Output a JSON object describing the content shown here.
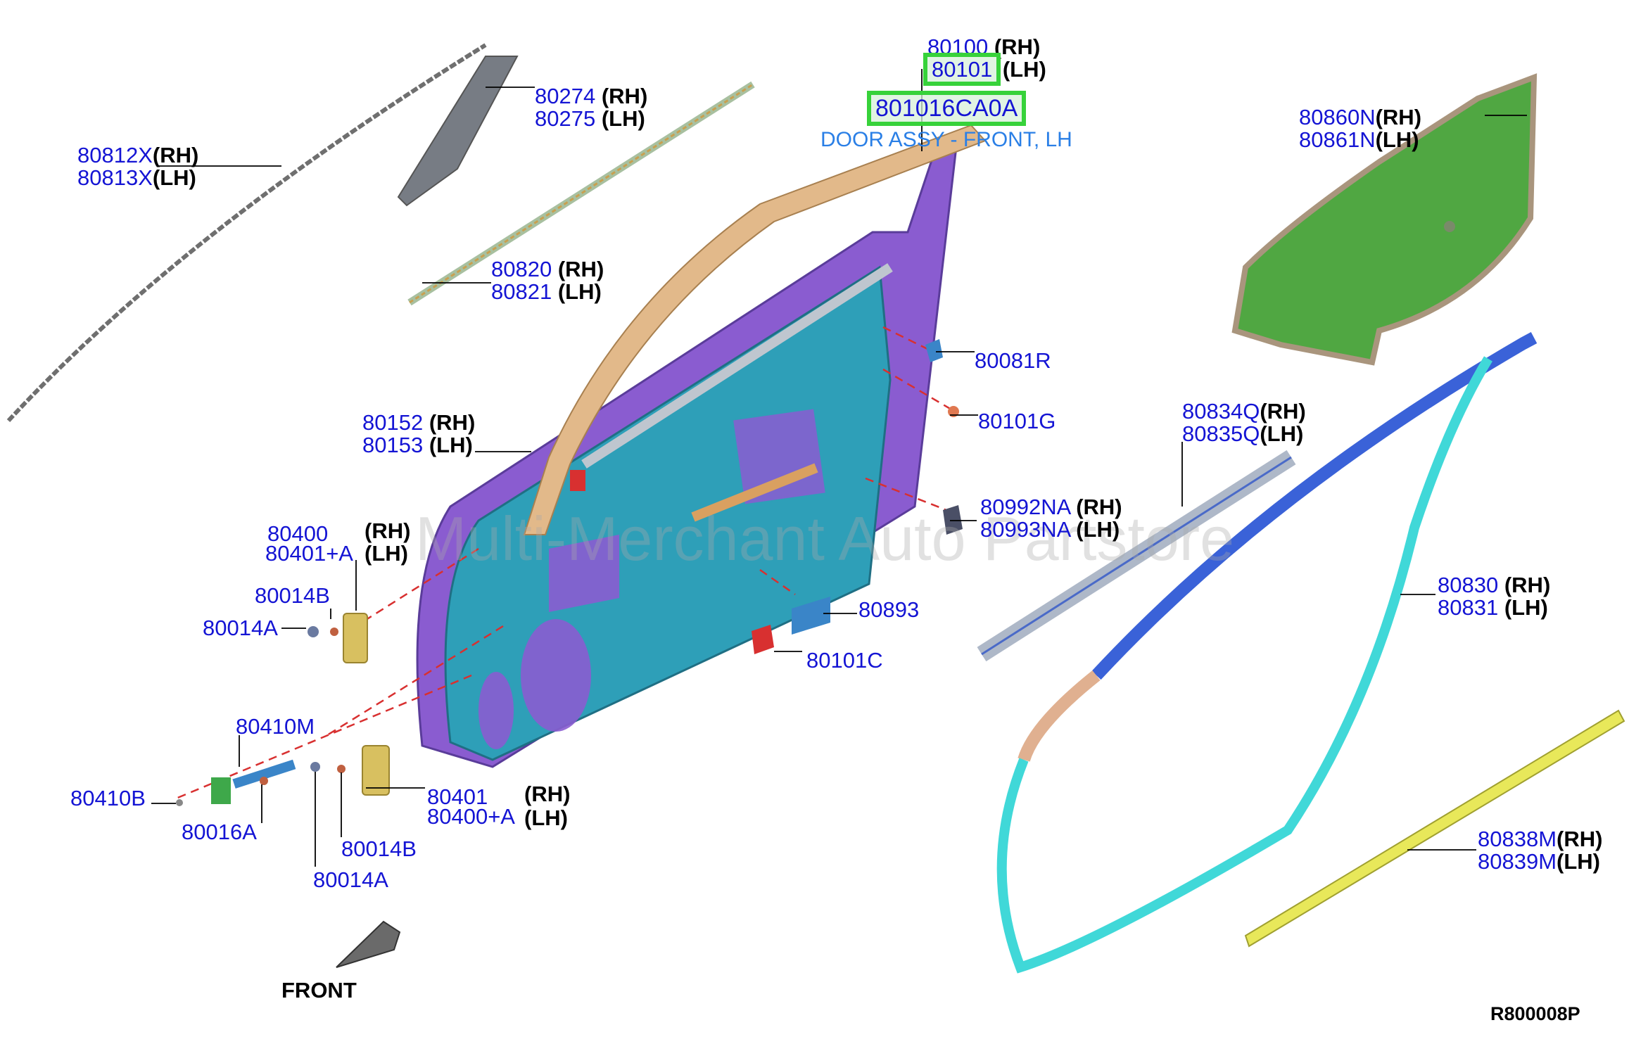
{
  "watermark": "Multi-Merchant Auto Partstore",
  "diagram_code": "R800008P",
  "front_label": "FRONT",
  "door_assembly": {
    "part_rh": "80100",
    "part_lh": "80101",
    "full_part": "801016CA0A",
    "description": "DOOR ASSY - FRONT, LH"
  },
  "side": {
    "rh": "(RH)",
    "lh": "(LH)"
  },
  "callouts": {
    "c80812X": "80812X",
    "c80813X": "80813X",
    "c80274": "80274",
    "c80275": "80275",
    "c80820": "80820",
    "c80821": "80821",
    "c80860N": "80860N",
    "c80861N": "80861N",
    "c80081R": "80081R",
    "c80101G": "80101G",
    "c80152": "80152",
    "c80153": "80153",
    "c80834Q": "80834Q",
    "c80835Q": "80835Q",
    "c80992NA": "80992NA",
    "c80993NA": "80993NA",
    "c80400": "80400",
    "c80401A": "80401+A",
    "c80014B_top": "80014B",
    "c80014A_top": "80014A",
    "c80893": "80893",
    "c80101C": "80101C",
    "c80830": "80830",
    "c80831": "80831",
    "c80410M": "80410M",
    "c80410B": "80410B",
    "c80016A": "80016A",
    "c80401": "80401",
    "c80400A": "80400+A",
    "c80014B_bot": "80014B",
    "c80014A_bot": "80014A",
    "c80838M": "80838M",
    "c80839M": "80839M"
  },
  "colors": {
    "door_shell": "#2e9fb8",
    "door_outer": "#8a5cd0",
    "sash_wood": "#e2b98a",
    "trim_green": "#3e9e2e",
    "weatherstrip_cyan": "#40d8d8",
    "weatherstrip_blue": "#3a62d8",
    "sill_yellow": "#e8e85a",
    "highlight": "#37d23a",
    "part_number": "#1414d4"
  }
}
